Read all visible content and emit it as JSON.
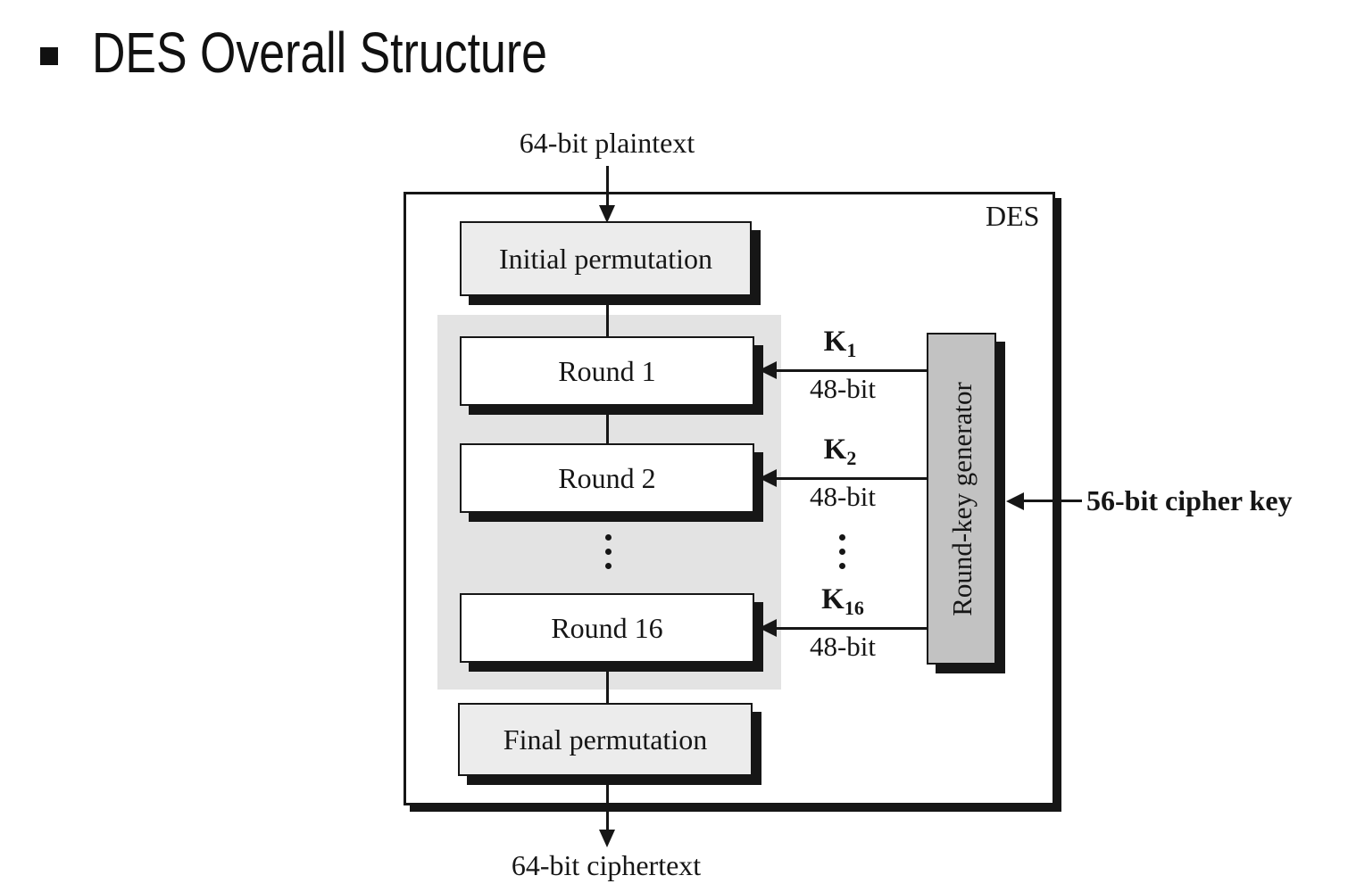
{
  "title": {
    "text": "DES Overall Structure"
  },
  "diagram": {
    "box_label": "DES",
    "input_label": "64-bit plaintext",
    "output_label": "64-bit ciphertext",
    "initial_permutation_label": "Initial permutation",
    "final_permutation_label": "Final permutation",
    "round_key_generator_label": "Round-key generator",
    "cipher_key_label": "56-bit cipher key",
    "rounds": [
      {
        "label": "Round 1",
        "key_base": "K",
        "key_sub": "1",
        "key_size": "48-bit"
      },
      {
        "label": "Round 2",
        "key_base": "K",
        "key_sub": "2",
        "key_size": "48-bit"
      },
      {
        "label": "Round 16",
        "key_base": "K",
        "key_sub": "16",
        "key_size": "48-bit"
      }
    ],
    "colors": {
      "line": "#161616",
      "background": "#ffffff",
      "region_fill": "#e3e3e3",
      "box_fill": "#ececec",
      "round_fill": "#ffffff",
      "generator_fill": "#c2c2c2"
    }
  }
}
